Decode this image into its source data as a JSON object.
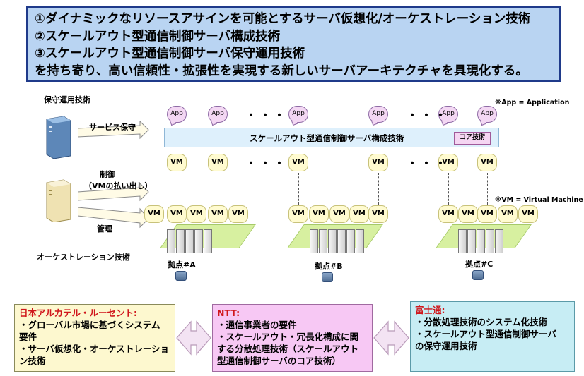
{
  "header": {
    "lines": [
      "①ダイナミックなリソースアサインを可能とするサーバ仮想化/オーケストレーション技術",
      "②スケールアウト型通信制御サーバ構成技術",
      "③スケールアウト型通信制御サーバ保守運用技術",
      "を持ち寄り、高い信頼性・拡張性を実現する新しいサーバアーキテクチャを具現化する。"
    ]
  },
  "diagram": {
    "maintenance_label": "保守運用技術",
    "service_maintenance": "サービス保守",
    "control_label": "制御",
    "control_sub": "（VMの払い出し）",
    "management_label": "管理",
    "orchestration_label": "オーケストレーション技術",
    "app_note": "※App = Application",
    "vm_note": "※VM = Virtual Machine",
    "app_label": "App",
    "vm_label": "VM",
    "ellipsis": "・・・",
    "core_bar": "スケールアウト型通信制御サーバ構成技術",
    "core_tag": "コア技術",
    "sites": [
      "拠点#A",
      "拠点#B",
      "拠点#C"
    ]
  },
  "partners": {
    "alcatel": {
      "title": "日本アルカテル・ルーセント:",
      "lines": [
        "・グローバル市場に基づくシステム",
        "要件",
        "・サーバ仮想化・オーケストレーショ",
        "ン技術"
      ]
    },
    "ntt": {
      "title": "NTT:",
      "lines": [
        "・通信事業者の要件",
        "・スケールアウト・冗長化構成に関",
        "する分散処理技術（スケールアウト",
        "型通信制御サーバのコア技術）"
      ]
    },
    "fujitsu": {
      "title": "富士通:",
      "lines": [
        "・分散処理技術のシステム化技術",
        "・スケールアウト型通信制御サーバ",
        "の保守運用技術"
      ]
    }
  }
}
